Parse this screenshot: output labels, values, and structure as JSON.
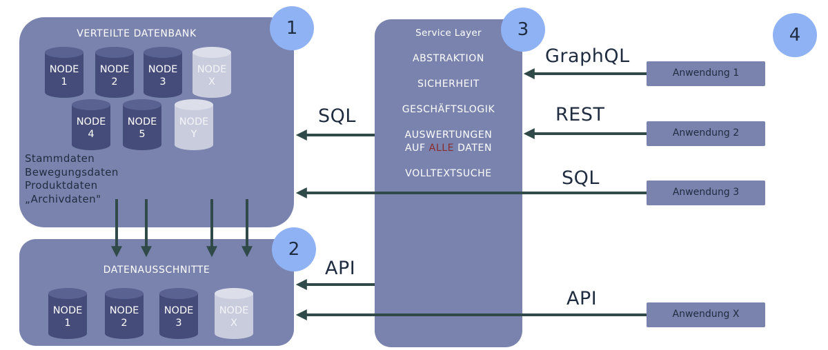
{
  "panel1": {
    "title": "VERTEILTE DATENBANK",
    "nodes": [
      {
        "label": "NODE\n1",
        "style": "dark"
      },
      {
        "label": "NODE\n2",
        "style": "dark"
      },
      {
        "label": "NODE\n3",
        "style": "dark"
      },
      {
        "label": "NODE\nX",
        "style": "light"
      },
      {
        "label": "NODE\n4",
        "style": "dark"
      },
      {
        "label": "NODE\n5",
        "style": "dark"
      },
      {
        "label": "NODE\nY",
        "style": "light"
      }
    ],
    "data_list": [
      "Stammdaten",
      "Bewegungsdaten",
      "Produktdaten",
      "„Archivdaten\""
    ]
  },
  "panel2": {
    "title": "DATENAUSSCHNITTE",
    "nodes": [
      {
        "label": "NODE\n1",
        "style": "dark"
      },
      {
        "label": "NODE\n2",
        "style": "dark"
      },
      {
        "label": "NODE\n3",
        "style": "dark"
      },
      {
        "label": "NODE\nX",
        "style": "light"
      }
    ]
  },
  "service_layer": {
    "title": "Service Layer",
    "items": [
      {
        "text": "ABSTRAKTION"
      },
      {
        "text": "SICHERHEIT"
      },
      {
        "text": "GESCHÄFTSLOGIK"
      },
      {
        "line1": "AUSWERTUNGEN",
        "line2_pre": "AUF ",
        "line2_highlight": "ALLE",
        "line2_post": " DATEN"
      },
      {
        "text": "VOLLTEXTSUCHE"
      }
    ]
  },
  "badges": [
    "1",
    "2",
    "3",
    "4"
  ],
  "applications": [
    "Anwendung 1",
    "Anwendung 2",
    "Anwendung 3",
    "Anwendung X"
  ],
  "arrow_labels": {
    "app1": "GraphQL",
    "app2": "REST",
    "app3": "SQL",
    "appx": "API",
    "service_to_db": "SQL",
    "service_to_slices": "API"
  },
  "colors": {
    "panel": "#7a83ad",
    "node_dark": "#454c7a",
    "node_light": "#c9ccdd",
    "badge": "#8fb2f4",
    "arrow": "#2f4a48",
    "highlight": "#8b2a2a",
    "text_dark": "#1f2b3f"
  }
}
